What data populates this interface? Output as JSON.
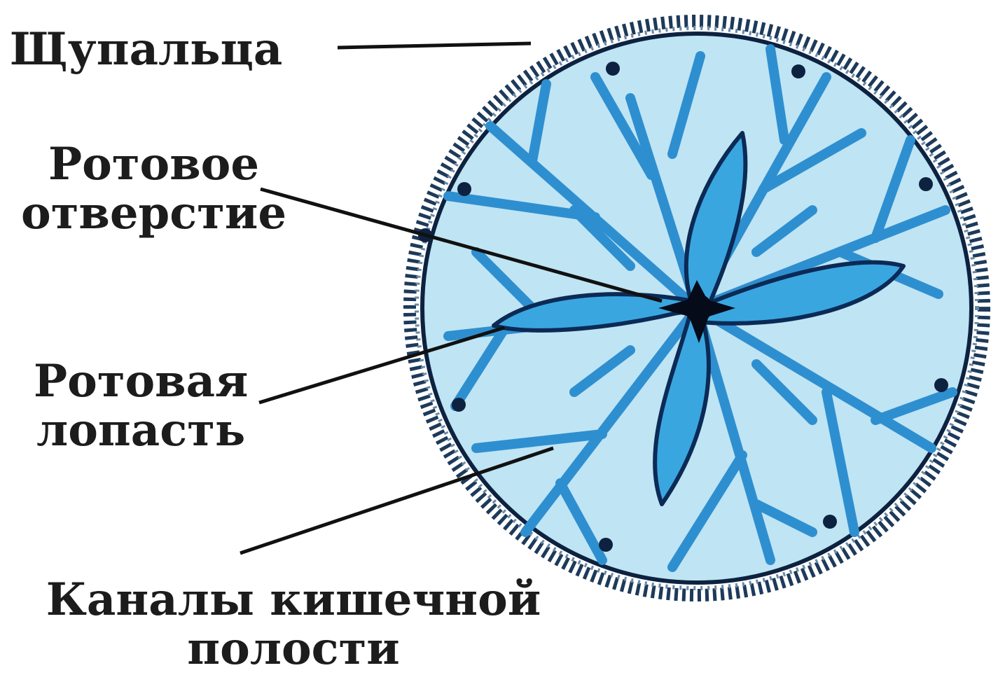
{
  "labels": {
    "tentacles": "Щупальца",
    "mouth_line1": "Ротовое",
    "mouth_line2": "отверстие",
    "lobe_line1": "Ротовая",
    "lobe_line2": "лопасть",
    "canals_line1": "Каналы кишечной",
    "canals_line2": "полости"
  },
  "colors": {
    "disc_fill": "#bfe4f3",
    "canal": "#2e8fd0",
    "arm_fill": "#3aa6e0",
    "arm_outline": "#0b2a55",
    "mouth": "#050b18",
    "outline": "#0d2240",
    "leader_line": "#111111"
  }
}
